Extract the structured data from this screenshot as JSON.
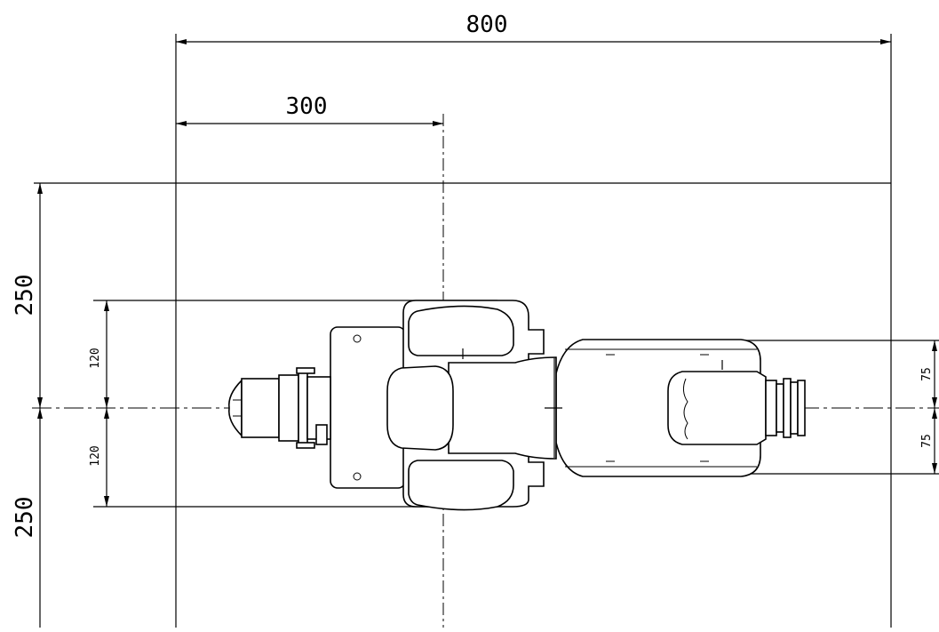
{
  "dimensions": {
    "overall_reach": "800",
    "axis_offset": "300",
    "upper_half_width": "250",
    "lower_half_width": "250",
    "base_upper": "120",
    "base_lower": "120",
    "arm_upper": "75",
    "arm_lower": "75"
  }
}
